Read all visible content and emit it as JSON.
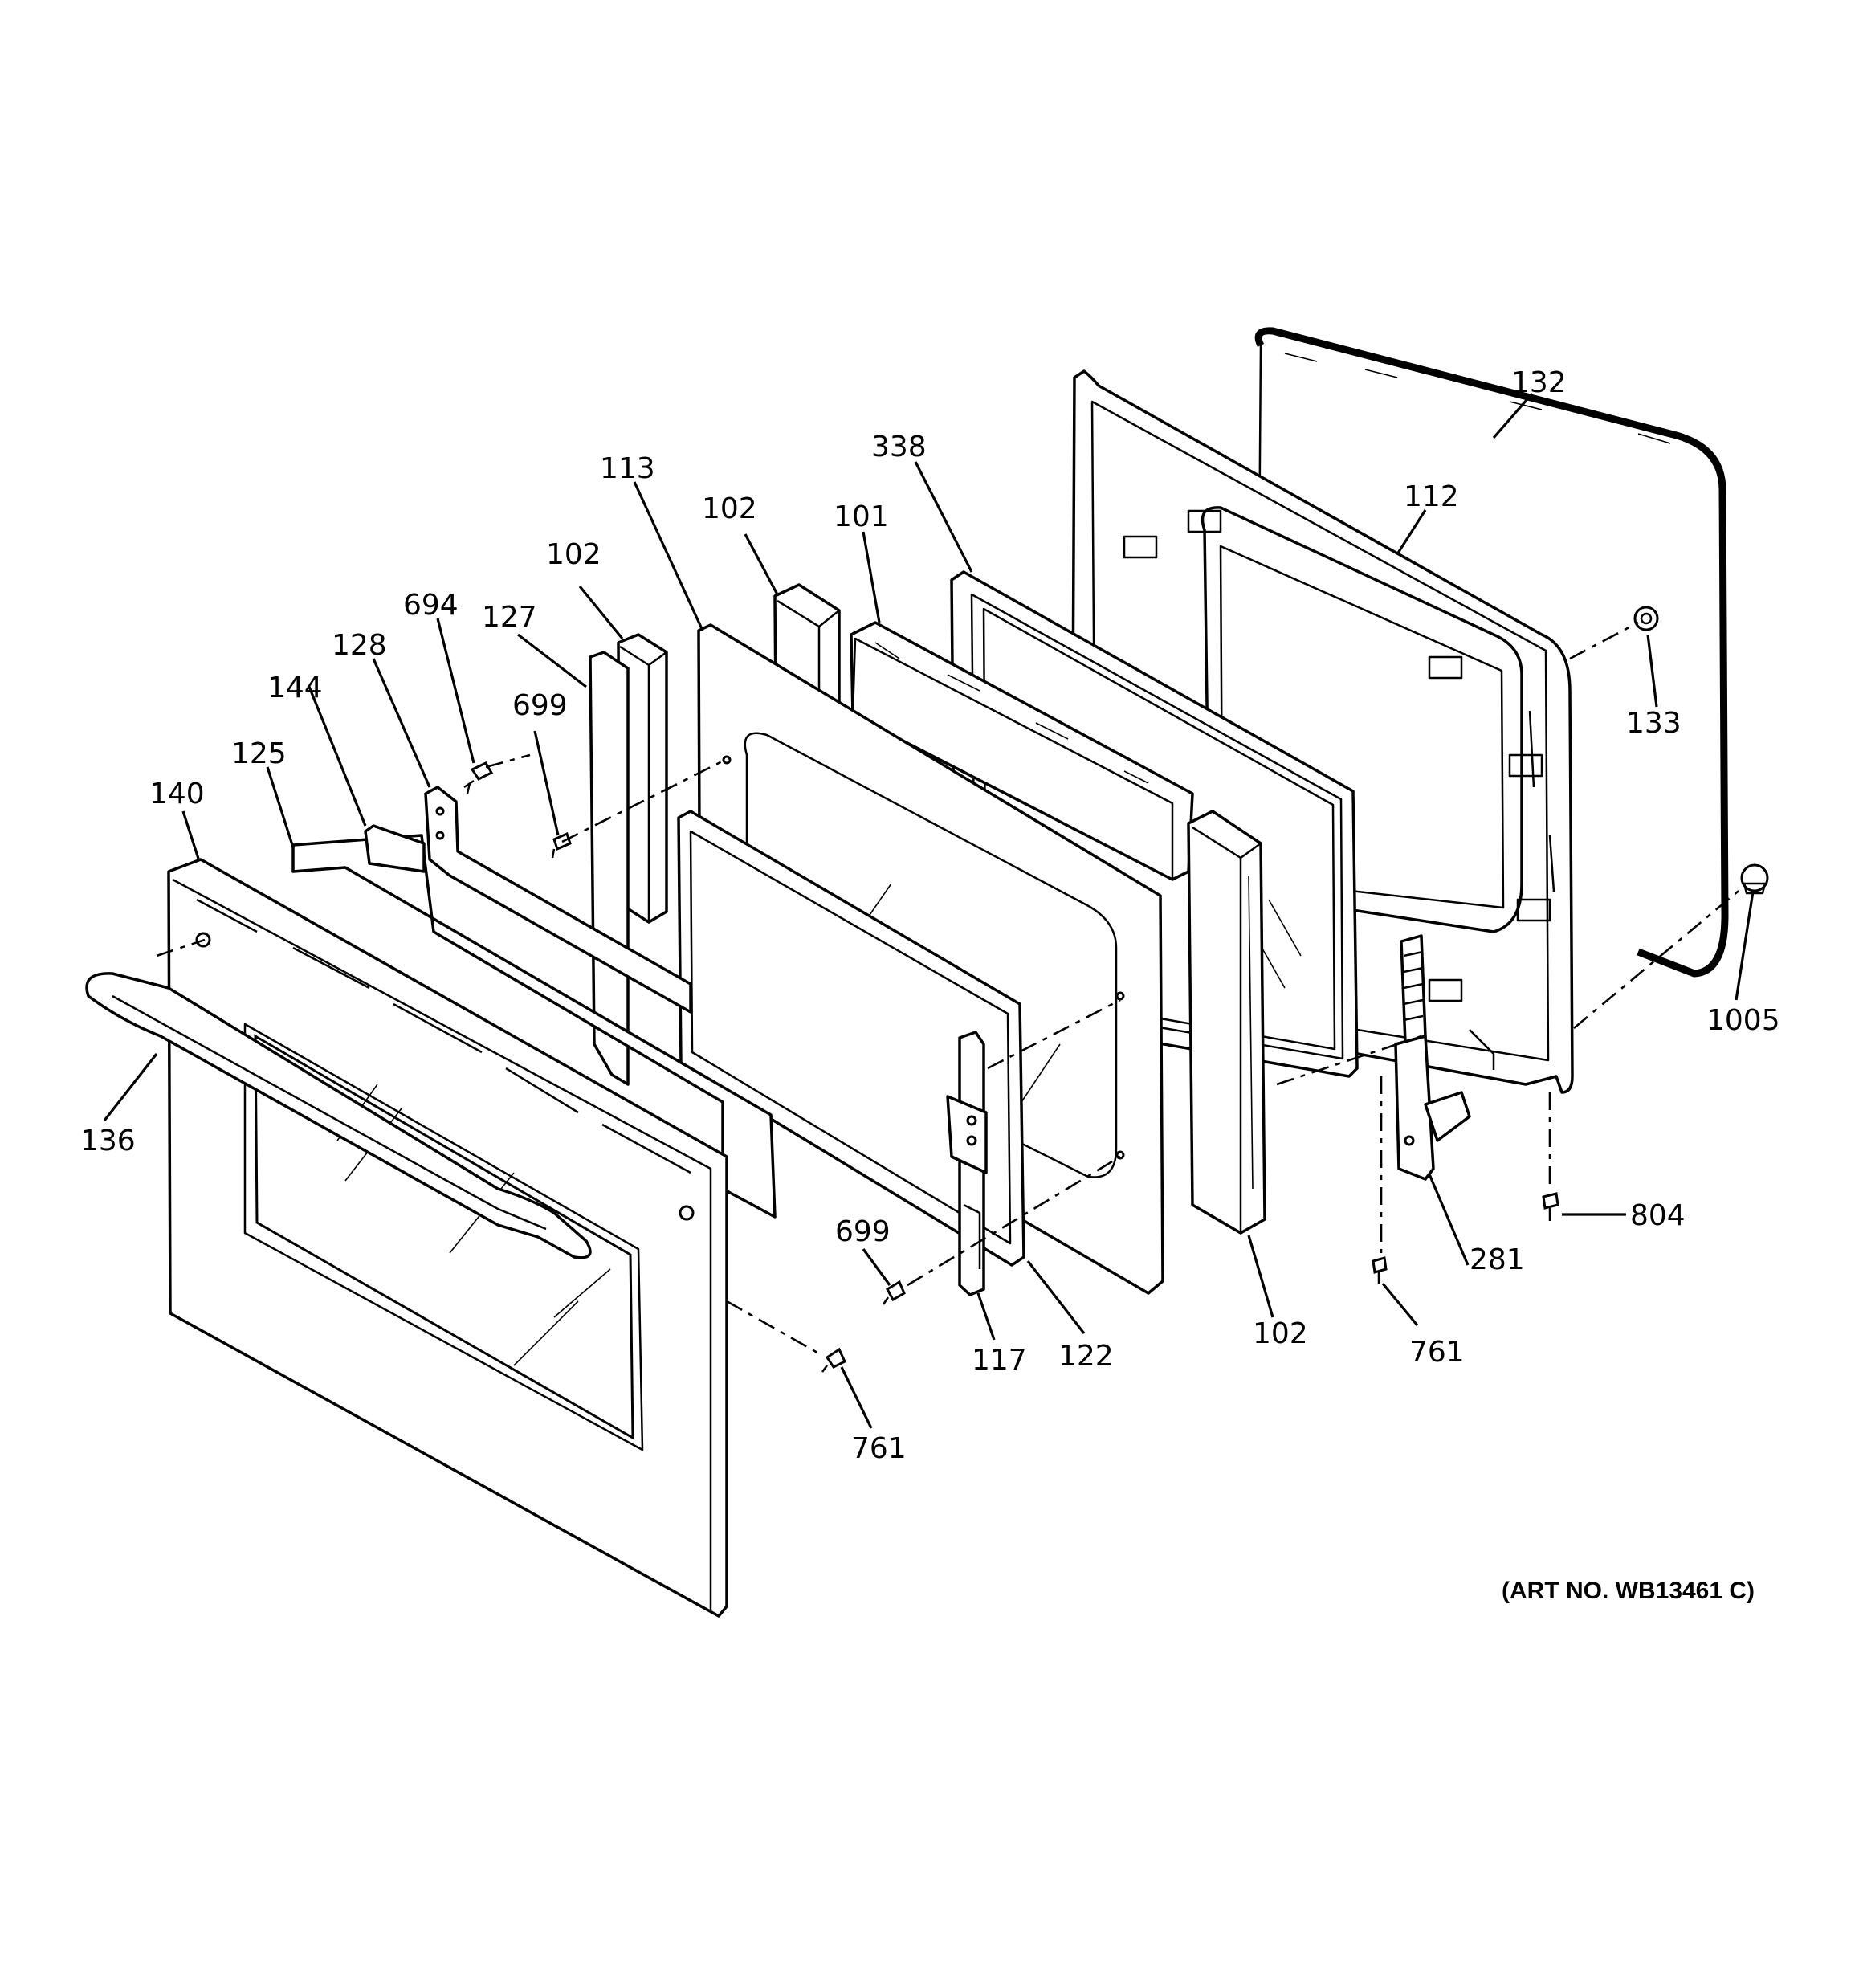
{
  "callouts": {
    "c132": "132",
    "c338": "338",
    "c112": "112",
    "c113": "113",
    "c102_a": "102",
    "c101": "101",
    "c102_b": "102",
    "c694": "694",
    "c127": "127",
    "c128": "128",
    "c699_a": "699",
    "c144": "144",
    "c133": "133",
    "c125": "125",
    "c140": "140",
    "c1005": "1005",
    "c136": "136",
    "c699_b": "699",
    "c804": "804",
    "c281": "281",
    "c102_c": "102",
    "c117": "117",
    "c122": "122",
    "c761_a": "761",
    "c761_b": "761"
  },
  "art_number": "(ART NO. WB13461 C)"
}
